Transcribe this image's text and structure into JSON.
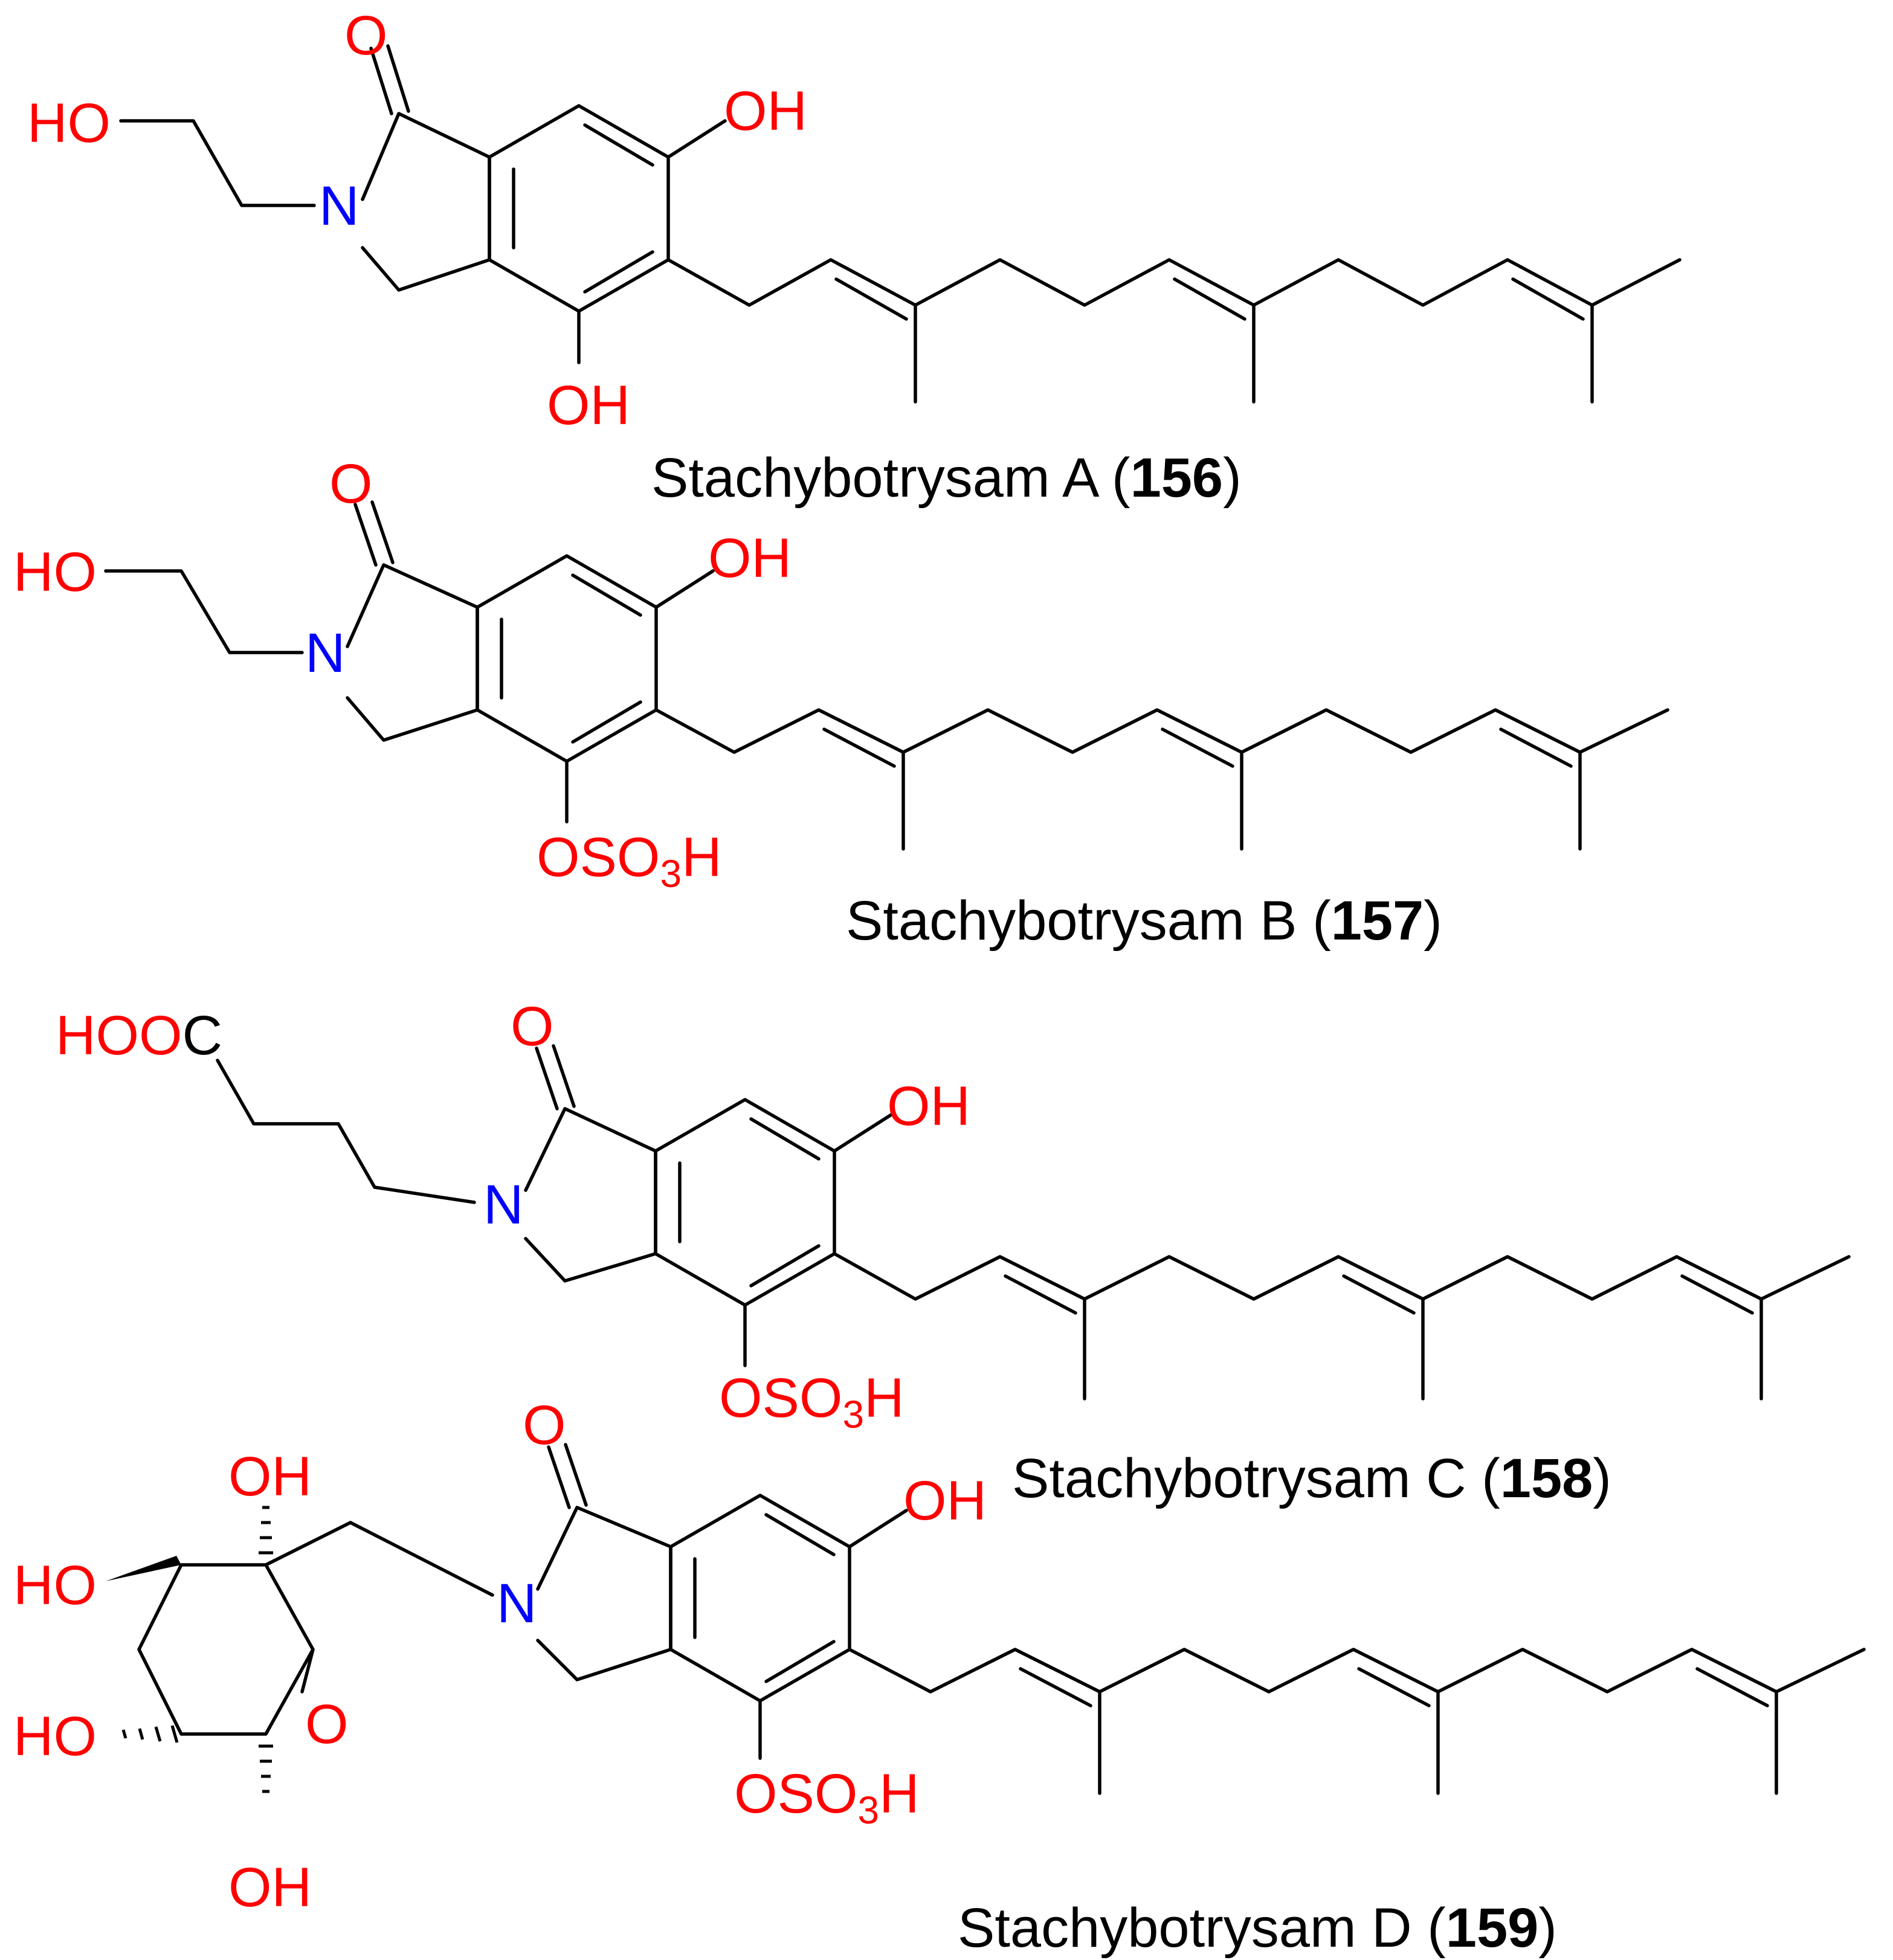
{
  "colors": {
    "bond": "#000000",
    "oxygen": "#ff0000",
    "nitrogen": "#0000ff",
    "text": "#000000",
    "background": "#ffffff"
  },
  "atoms": {
    "ho": "HO",
    "oh": "OH",
    "o": "O",
    "n": "N",
    "osulfate_prefix": "OSO",
    "osulfate_sub": "3",
    "osulfate_suffix": "H",
    "hooc_ox": "HOO",
    "hooc_c": "C"
  },
  "compounds": [
    {
      "name": "Stachybotrysam A",
      "open": " (",
      "number": "156",
      "close": ")"
    },
    {
      "name": "Stachybotrysam B",
      "open": " (",
      "number": "157",
      "close": ")"
    },
    {
      "name": "Stachybotrysam C",
      "open": " (",
      "number": "158",
      "close": ")"
    },
    {
      "name": "Stachybotrysam D",
      "open": " (",
      "number": "159",
      "close": ")"
    }
  ]
}
